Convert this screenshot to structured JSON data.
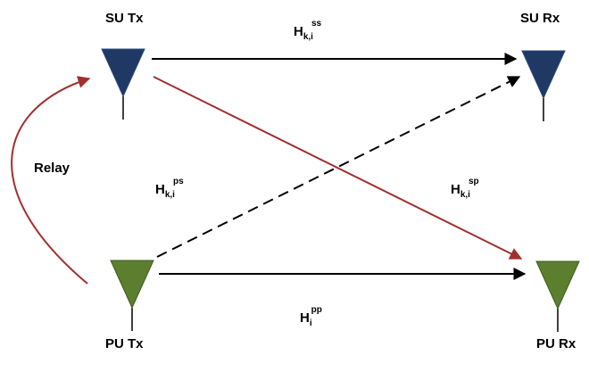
{
  "colors": {
    "su_antenna": "#1f3864",
    "pu_antenna": "#5b7f2e",
    "relay_arrow": "#a0302e",
    "link": "#000000"
  },
  "nodes": {
    "su_tx": "SU Tx",
    "su_rx": "SU Rx",
    "pu_tx": "PU Tx",
    "pu_rx": "PU Rx"
  },
  "channels": {
    "ss": {
      "base": "H",
      "sub": "k,i",
      "sup": "ss"
    },
    "ps": {
      "base": "H",
      "sub": "k,i",
      "sup": "ps"
    },
    "sp": {
      "base": "H",
      "sub": "k,i",
      "sup": "sp"
    },
    "pp": {
      "base": "H",
      "sub": "i",
      "sup": "pp"
    }
  },
  "relay_label": "Relay"
}
